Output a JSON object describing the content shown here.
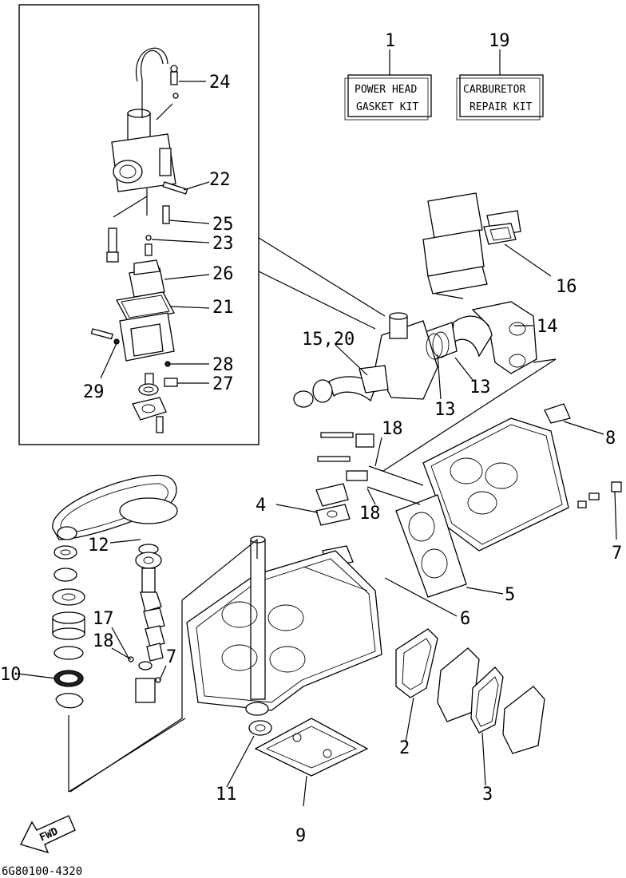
{
  "kits": {
    "power_head": {
      "number": "1",
      "line1": "POWER HEAD",
      "line2": "GASKET KIT"
    },
    "carburetor": {
      "number": "19",
      "line1": "CARBURETOR",
      "line2": "REPAIR KIT"
    }
  },
  "callouts": {
    "c24": "24",
    "c22": "22",
    "c25": "25",
    "c23": "23",
    "c26": "26",
    "c21": "21",
    "c28": "28",
    "c27": "27",
    "c29": "29",
    "c16": "16",
    "c14": "14",
    "c15_20": "15,20",
    "c13a": "13",
    "c13b": "13",
    "c8": "8",
    "c18a": "18",
    "c18b": "18",
    "c4": "4",
    "c7a": "7",
    "c5": "5",
    "c6": "6",
    "c12": "12",
    "c17": "17",
    "c18c": "18",
    "c7b": "7",
    "c10": "10",
    "c2": "2",
    "c3": "3",
    "c11": "11",
    "c9": "9"
  },
  "fwd_label": "FWD",
  "diagram_code": "6G80100-4320"
}
